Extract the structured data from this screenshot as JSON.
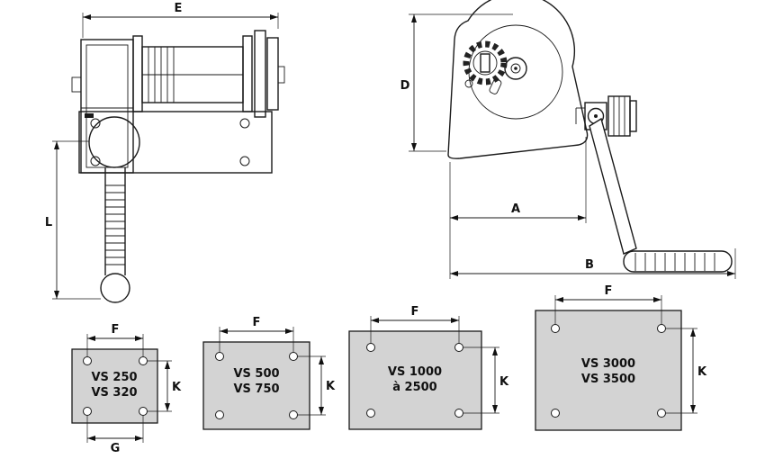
{
  "dims": {
    "e": "E",
    "l": "L",
    "d": "D",
    "a": "A",
    "b": "B",
    "f": "F",
    "k": "K",
    "g": "G"
  },
  "plates": [
    {
      "line1": "VS 250",
      "line2": "VS 320"
    },
    {
      "line1": "VS 500",
      "line2": "VS 750"
    },
    {
      "line1": "VS 1000",
      "line2": "à 2500"
    },
    {
      "line1": "VS 3000",
      "line2": "VS 3500"
    }
  ],
  "colors": {
    "line": "#1a1a1a",
    "plate_fill": "#d3d3d3",
    "background": "#ffffff"
  }
}
